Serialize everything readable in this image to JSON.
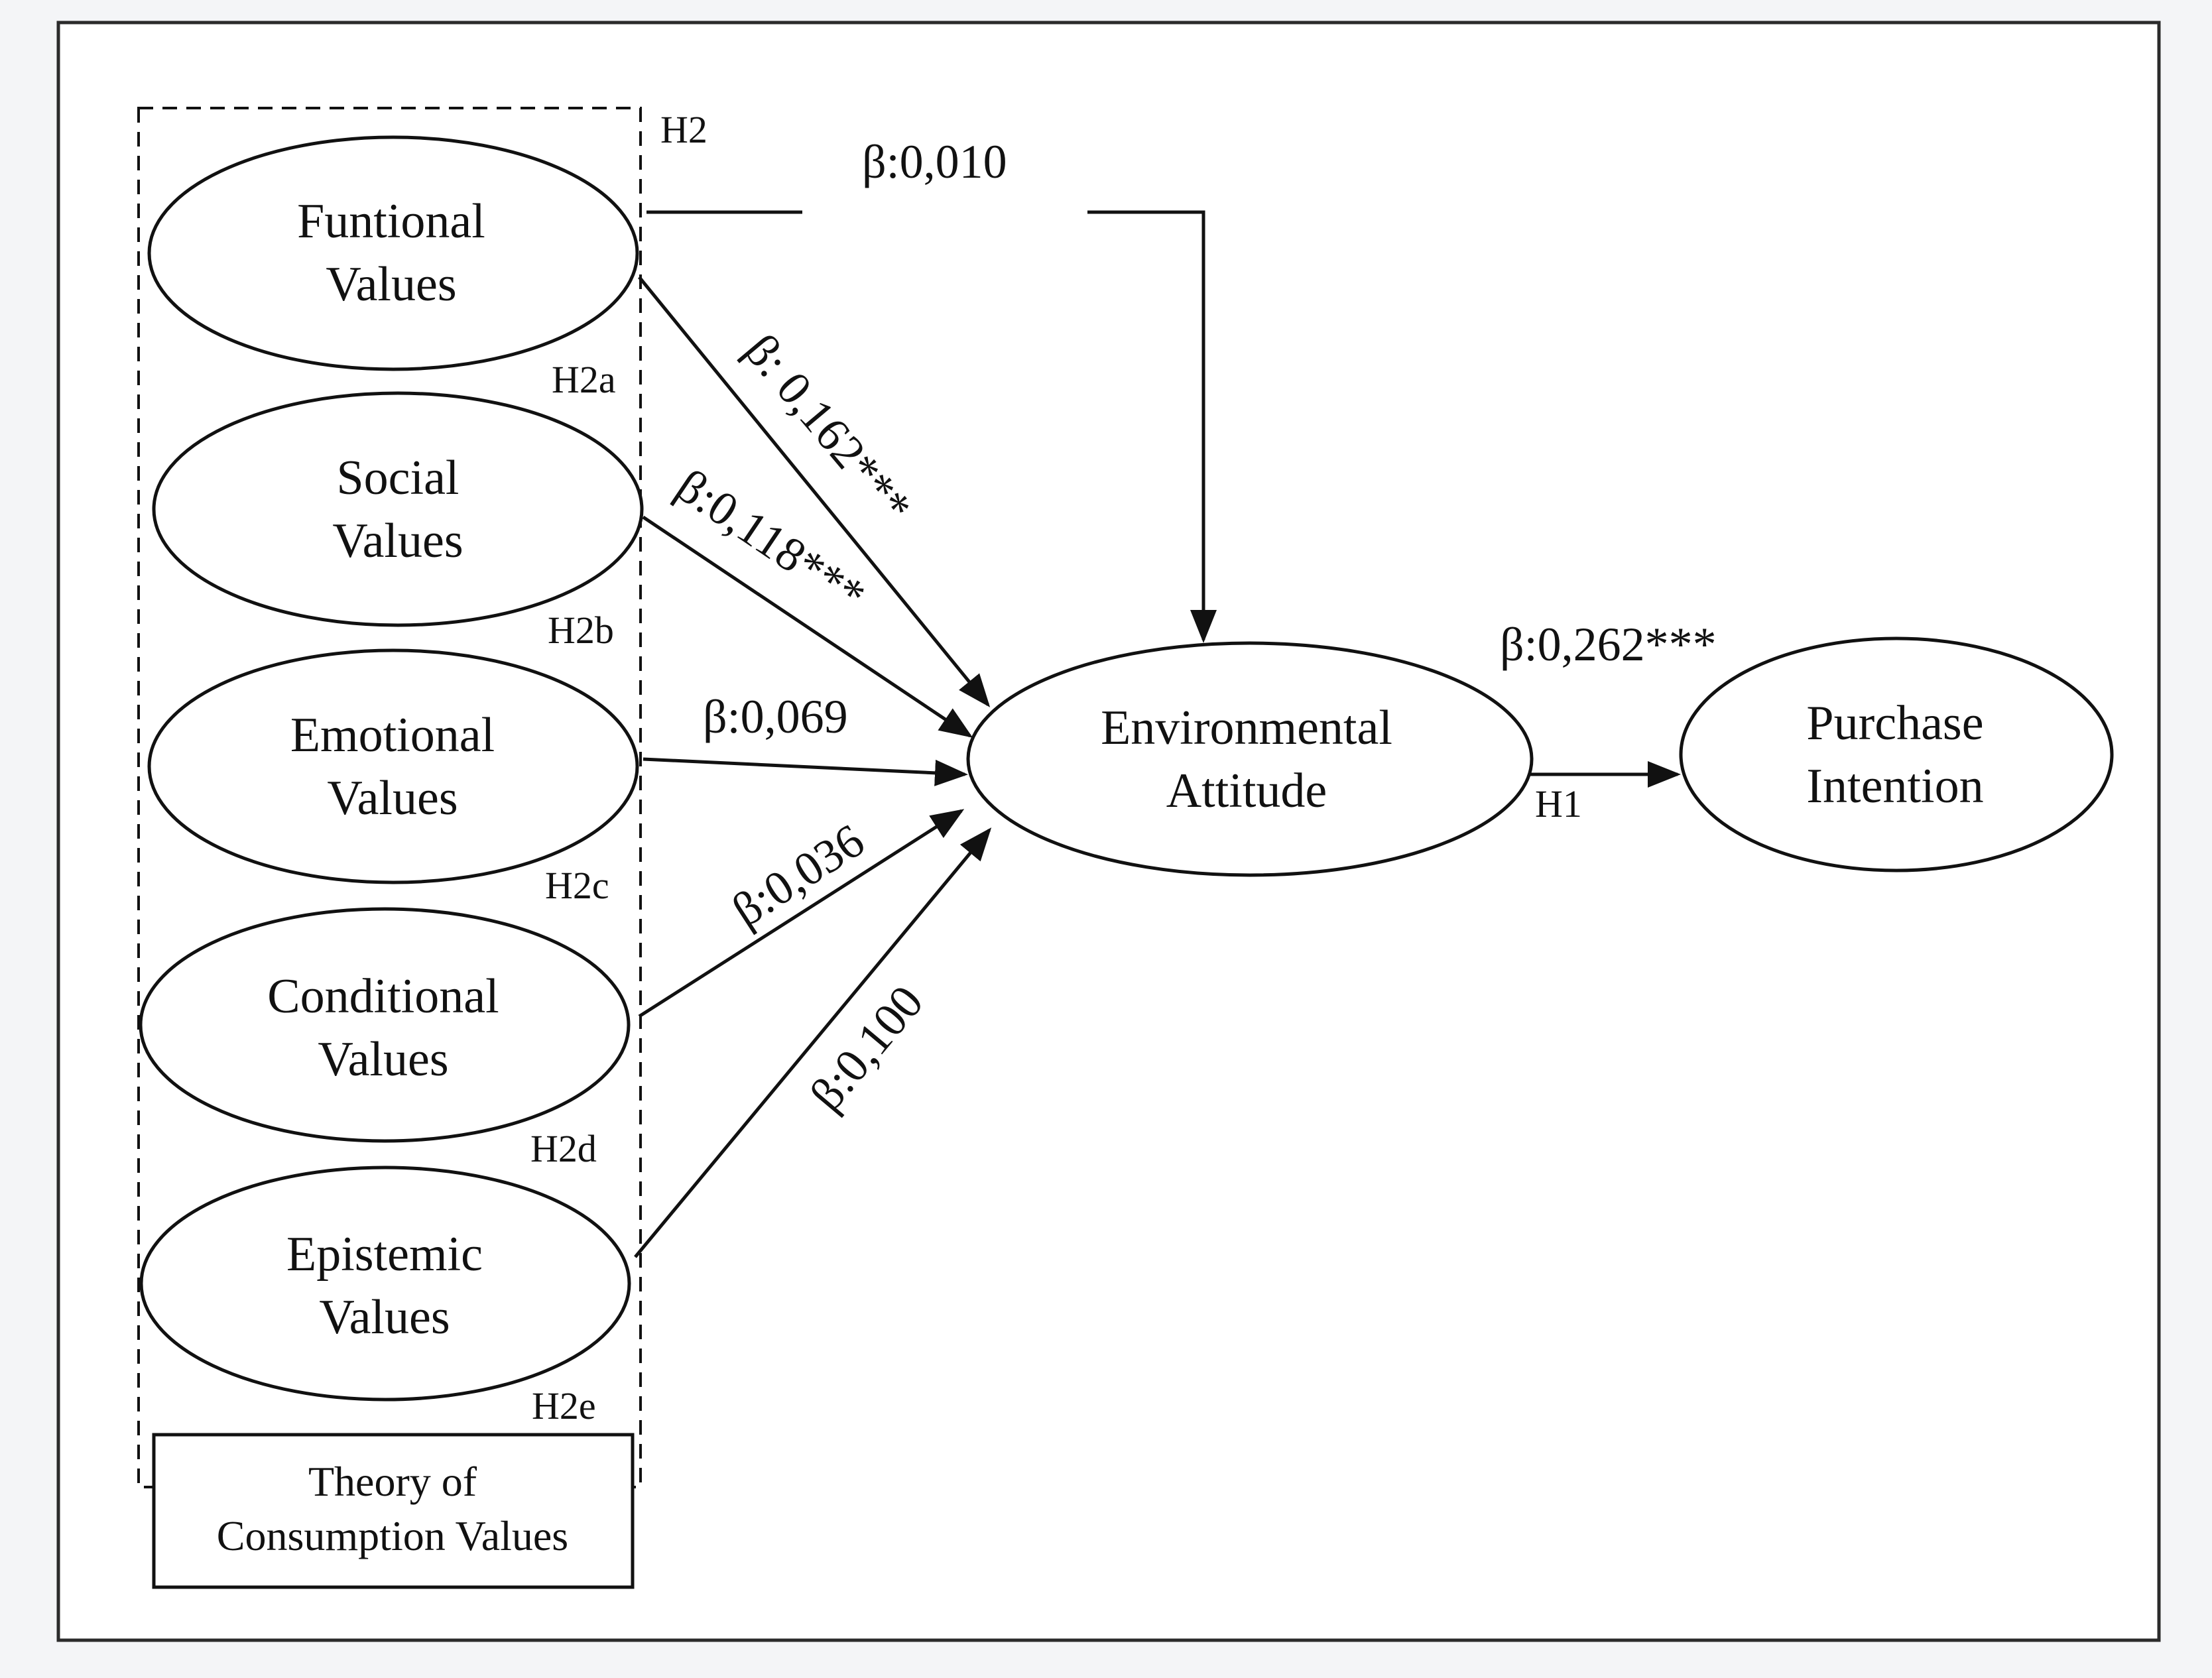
{
  "nodes": {
    "functional": {
      "line1": "Funtional",
      "line2": "Values"
    },
    "social": {
      "line1": "Social",
      "line2": "Values"
    },
    "emotional": {
      "line1": "Emotional",
      "line2": "Values"
    },
    "conditional": {
      "line1": "Conditional",
      "line2": "Values"
    },
    "epistemic": {
      "line1": "Epistemic",
      "line2": "Values"
    },
    "environmental_attitude": {
      "line1": "Environmental",
      "line2": "Attitude"
    },
    "purchase_intention": {
      "line1": "Purchase",
      "line2": "Intention"
    }
  },
  "hypotheses": {
    "h2": "H2",
    "h2a": "H2a",
    "h2b": "H2b",
    "h2c": "H2c",
    "h2d": "H2d",
    "h2e": "H2e",
    "h1": "H1"
  },
  "coefficients": {
    "overall": "β:0,010",
    "functional": "β: 0,162***",
    "social": "β:0,118***",
    "emotional": "β:0,069",
    "conditional": "β:0,036",
    "epistemic": "β:0,100",
    "attitude_to_intention": "β:0,262***"
  },
  "theory_box": {
    "line1": "Theory of",
    "line2": "Consumption Values"
  }
}
